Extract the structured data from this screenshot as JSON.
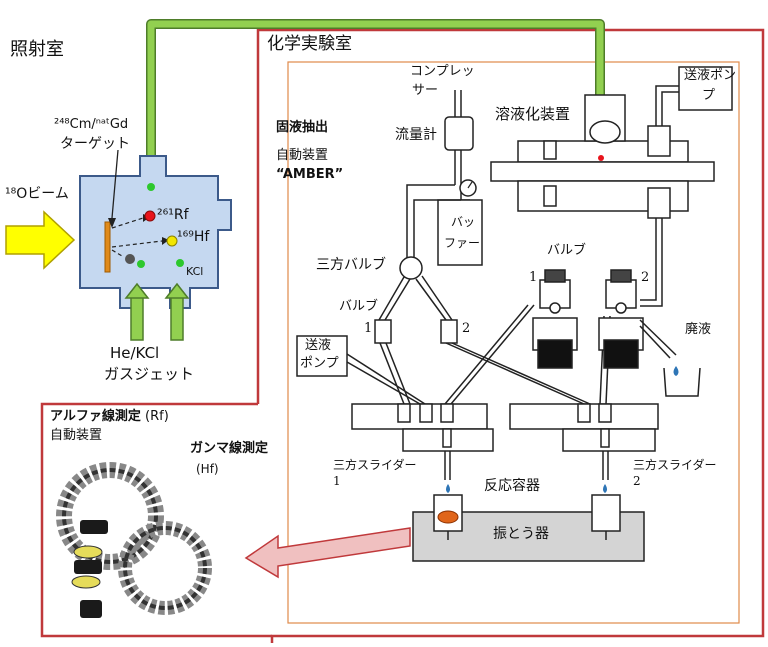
{
  "irradiation_room": {
    "title": "照射室",
    "beam_label": "¹⁸Oビーム",
    "target_label": "²⁴⁸Cm/ⁿᵃᵗGd",
    "target_sub": "ターゲット",
    "rf_label": "²⁶¹Rf",
    "hf_label": "¹⁶⁹Hf",
    "kcl_label": "KCl",
    "gas_jet_line1": "He/KCl",
    "gas_jet_line2": "ガスジェット"
  },
  "chem_lab": {
    "title": "化学実験室",
    "amber_line1": "固液抽出",
    "amber_line2": "自動装置",
    "amber_line3": "“AMBER”",
    "compressor_line1": "コンプレッ",
    "compressor_line2": "サー",
    "flowmeter": "流量計",
    "buffer_line1": "バッ",
    "buffer_line2": "ファー",
    "dissolver": "溶液化装置",
    "pump_top_line1": "送液ポン",
    "pump_top_line2": "プ",
    "three_way_valve": "三方バルブ",
    "valve_left": "バルブ",
    "valve_right": "バルブ",
    "num1": "1",
    "num2": "2",
    "num1b": "1",
    "num2b": "2",
    "pump_left_line1": "送液",
    "pump_left_line2": "ポンプ",
    "waste": "廃液",
    "slider_left_line1": "三方スライダー",
    "slider_left_line2": "1",
    "slider_right_line1": "三方スライダー",
    "slider_right_line2": "2",
    "reaction_vessel": "反応容器",
    "shaker": "振とう器"
  },
  "measurement": {
    "alpha_line1": "アルファ線測定",
    "alpha_suffix": "(Rf)",
    "alpha_line2": "自動装置",
    "gamma_line1": "ガンマ線測定",
    "gamma_line2": "(Hf)"
  },
  "colors": {
    "room_border": "#c0393b",
    "lab_inner_border": "#e08a4a",
    "chamber_fill": "#c5d8f0",
    "chamber_stroke": "#3c5a8a",
    "gas_tube": "#92d050",
    "gas_tube_stroke": "#4e7d2a",
    "beam_arrow": "#ffff00",
    "beam_arrow_stroke": "#b0a000",
    "rf_dot": "#e8141c",
    "hf_dot": "#f2e600",
    "kcl_dot": "#2dc82d",
    "big_arrow_fill": "#f0c0c0",
    "big_arrow_stroke": "#c0393b",
    "shaker_fill": "#d4d4d4",
    "drop": "#2e75b6",
    "vessel_sample": "#e0651a"
  }
}
